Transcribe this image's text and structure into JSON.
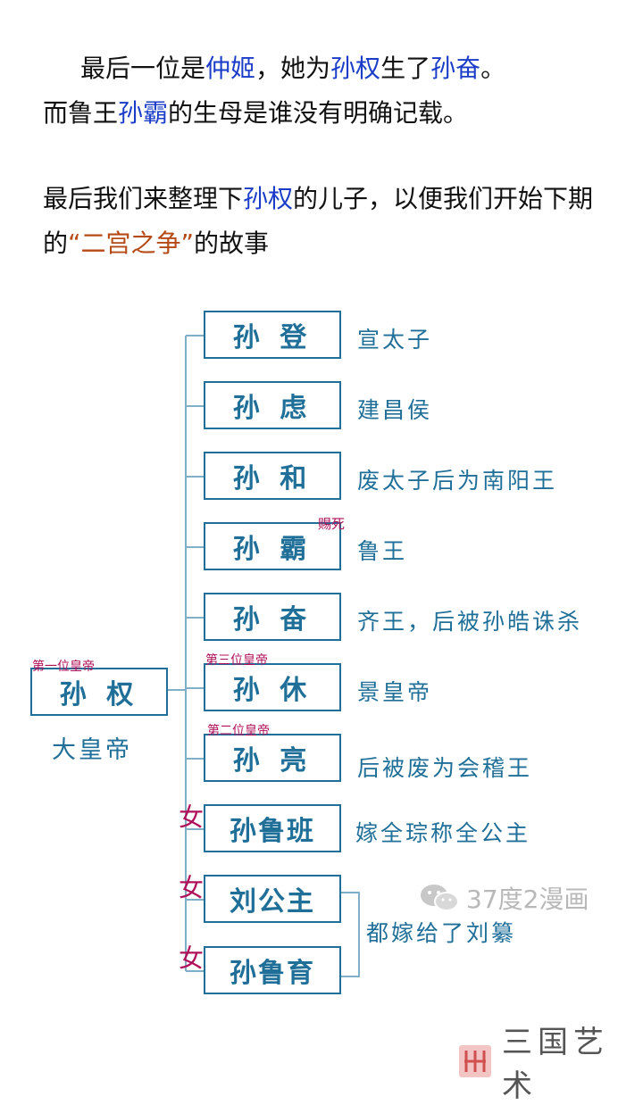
{
  "text": {
    "p1a": "最后一位是",
    "p1b": "仲姬",
    "p1c": "，她为",
    "p1d": "孙权",
    "p1e": "生了",
    "p1f": "孙奋",
    "p1g": "。",
    "p2a": "而鲁王",
    "p2b": "孙霸",
    "p2c": "的生母是谁没有明确记载。",
    "p3a": "最后我们来整理下",
    "p3b": "孙权",
    "p3c": "的儿子，以便我们开始下期的",
    "p3d": "“二宫之争”",
    "p3e": "的故事"
  },
  "tree": {
    "root": {
      "name": "孙 权",
      "title": "大皇帝",
      "tag": "第一位皇帝"
    },
    "children": [
      {
        "name": "孙 登",
        "desc": "宣太子"
      },
      {
        "name": "孙 虑",
        "desc": "建昌侯"
      },
      {
        "name": "孙 和",
        "desc": "废太子后为南阳王"
      },
      {
        "name": "孙 霸",
        "desc": "鲁王",
        "tag": "赐死"
      },
      {
        "name": "孙 奋",
        "desc": "齐王，后被孙皓诛杀"
      },
      {
        "name": "孙 休",
        "desc": "景皇帝",
        "tag": "第三位皇帝"
      },
      {
        "name": "孙 亮",
        "desc": "后被废为会稽王",
        "tag": "第二位皇帝"
      },
      {
        "name": "孙鲁班",
        "desc": "嫁全琮称全公主",
        "female": "女"
      },
      {
        "name": "刘公主",
        "female": "女"
      },
      {
        "name": "孙鲁育",
        "female": "女"
      }
    ],
    "shared_desc": "都嫁给了刘纂"
  },
  "watermark": {
    "wechat": "37度2漫画",
    "logo": "三国艺术"
  },
  "colors": {
    "box": "#1f6f99",
    "highlight": "#1a3cc8",
    "quote": "#b54a16",
    "annotation": "#b0105a"
  }
}
